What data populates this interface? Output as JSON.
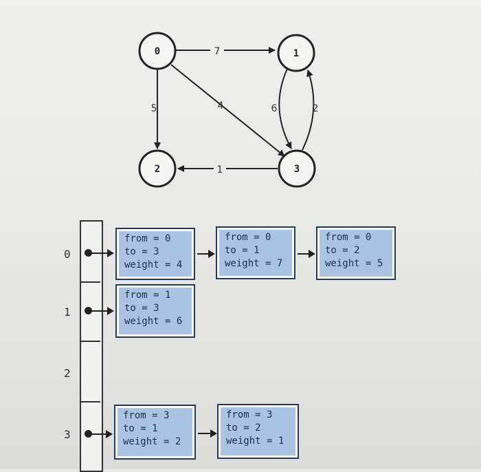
{
  "graph": {
    "nodes": [
      {
        "id": "0",
        "label": "0"
      },
      {
        "id": "1",
        "label": "1"
      },
      {
        "id": "2",
        "label": "2"
      },
      {
        "id": "3",
        "label": "3"
      }
    ],
    "edges": [
      {
        "from": "0",
        "to": "1",
        "weight": "7"
      },
      {
        "from": "0",
        "to": "2",
        "weight": "5"
      },
      {
        "from": "0",
        "to": "3",
        "weight": "4"
      },
      {
        "from": "1",
        "to": "3",
        "weight": "6"
      },
      {
        "from": "3",
        "to": "1",
        "weight": "2"
      },
      {
        "from": "3",
        "to": "2",
        "weight": "1"
      }
    ]
  },
  "adjacency": {
    "indices": [
      "0",
      "1",
      "2",
      "3"
    ],
    "lists": [
      [
        {
          "from_line": "from = 0",
          "to_line": "to = 3",
          "weight_line": "weight = 4"
        },
        {
          "from_line": "from = 0",
          "to_line": "to = 1",
          "weight_line": "weight = 7"
        },
        {
          "from_line": "from = 0",
          "to_line": "to = 2",
          "weight_line": "weight = 5"
        }
      ],
      [
        {
          "from_line": "from = 1",
          "to_line": "to = 3",
          "weight_line": "weight = 6"
        }
      ],
      [],
      [
        {
          "from_line": "from = 3",
          "to_line": "to = 1",
          "weight_line": "weight = 2"
        },
        {
          "from_line": "from = 3",
          "to_line": "to = 2",
          "weight_line": "weight = 1"
        }
      ]
    ]
  }
}
